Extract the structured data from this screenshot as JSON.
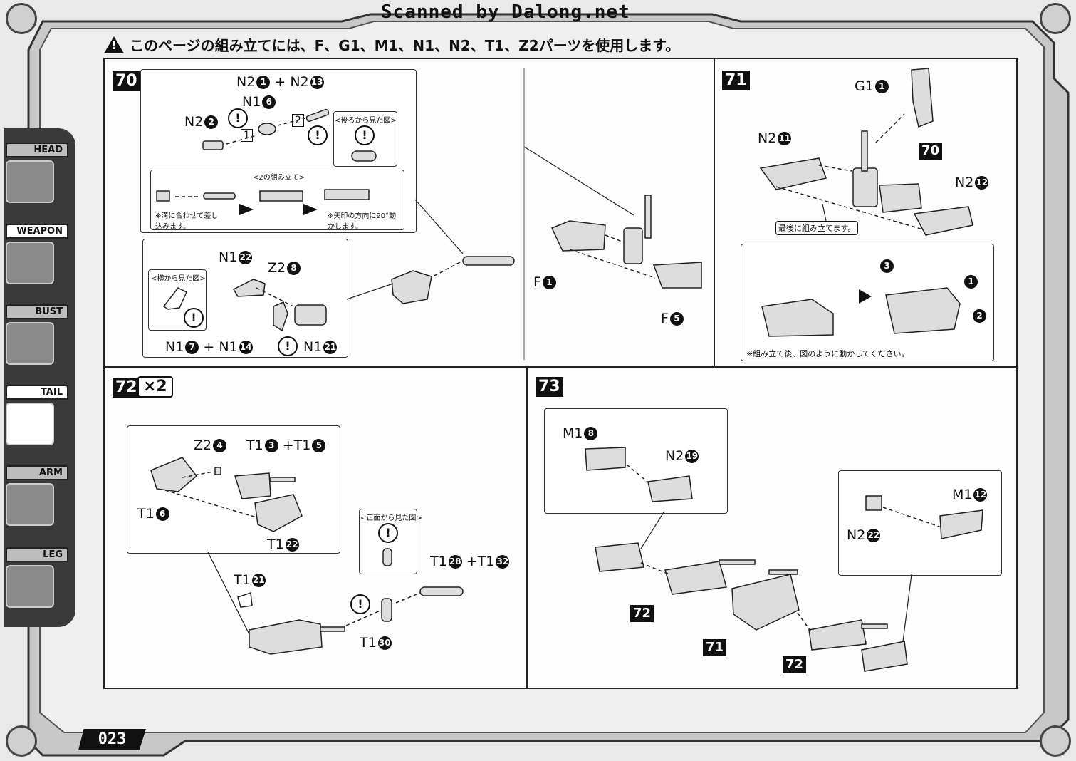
{
  "header": {
    "scan_credit": "Scanned by Dalong.net",
    "notice": "このページの組み立てには、F、G1、M1、N1、N2、T1、Z2パーツを使用します。"
  },
  "sidebar": {
    "items": [
      {
        "label": "HEAD"
      },
      {
        "label": "WEAPON"
      },
      {
        "label": "BUST"
      },
      {
        "label": "TAIL"
      },
      {
        "label": "ARM"
      },
      {
        "label": "LEG"
      }
    ]
  },
  "footer": {
    "page_number": "023"
  },
  "step70": {
    "num": "70",
    "parts": {
      "n2_1_n2_13_a": "N2",
      "n2_1_num": "1",
      "plus": "+",
      "n2_13_b": "N2",
      "n2_13_num": "13",
      "n1_6": "N1",
      "n1_6_num": "6",
      "n2_2": "N2",
      "n2_2_num": "2",
      "n1_22": "N1",
      "n1_22_num": "22",
      "z2_8": "Z2",
      "z2_8_num": "8",
      "n1_7": "N1",
      "n1_7_num": "7",
      "n1_14": "N1",
      "n1_14_num": "14",
      "n1_21": "N1",
      "n1_21_num": "21",
      "f_1": "F",
      "f_1_num": "1",
      "f_5": "F",
      "f_5_num": "5"
    },
    "rear_view": "<後ろから見た図>",
    "side_view": "<横から見た図>",
    "assembly_title": "<2の組み立て>",
    "note_groove": "※溝に合わせて差し込みます。",
    "note_arrow": "※矢印の方向に90°動かします。",
    "tag1": "1",
    "tag2": "2"
  },
  "step71": {
    "num": "71",
    "g1_1": "G1",
    "g1_1_num": "1",
    "n2_11": "N2",
    "n2_11_num": "11",
    "ref70": "70",
    "n2_12": "N2",
    "n2_12_num": "12",
    "last": "最後に組み立てます。",
    "move_note": "※組み立て後、図のように動かしてください。",
    "arrows": [
      "3",
      "1",
      "2"
    ]
  },
  "step72": {
    "num": "72",
    "times": "×2",
    "z2_4": "Z2",
    "z2_4_num": "4",
    "t1_3": "T1",
    "t1_3_num": "3",
    "t1_5": "T1",
    "t1_5_num": "5",
    "t1_6": "T1",
    "t1_6_num": "6",
    "t1_22": "T1",
    "t1_22_num": "22",
    "t1_21": "T1",
    "t1_21_num": "21",
    "front_view": "<正面から見た図>",
    "t1_28": "T1",
    "t1_28_num": "28",
    "t1_32": "T1",
    "t1_32_num": "32",
    "t1_30": "T1",
    "t1_30_num": "30"
  },
  "step73": {
    "num": "73",
    "m1_8": "M1",
    "m1_8_num": "8",
    "n2_19": "N2",
    "n2_19_num": "19",
    "m1_12": "M1",
    "m1_12_num": "12",
    "n2_22": "N2",
    "n2_22_num": "22",
    "refs": [
      "72",
      "71",
      "72"
    ]
  }
}
